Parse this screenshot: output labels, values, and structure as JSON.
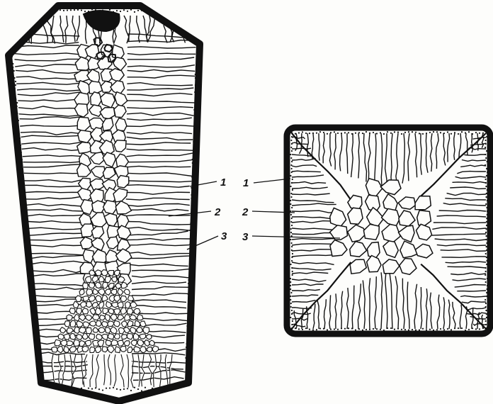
{
  "figure": {
    "ingot_labels": [
      "1",
      "2",
      "3"
    ],
    "cross_section_labels": [
      "1",
      "2",
      "3"
    ],
    "colors": {
      "ink": "#111111",
      "paper": "#fdfdfb",
      "shell": "#1a1a1a"
    }
  }
}
